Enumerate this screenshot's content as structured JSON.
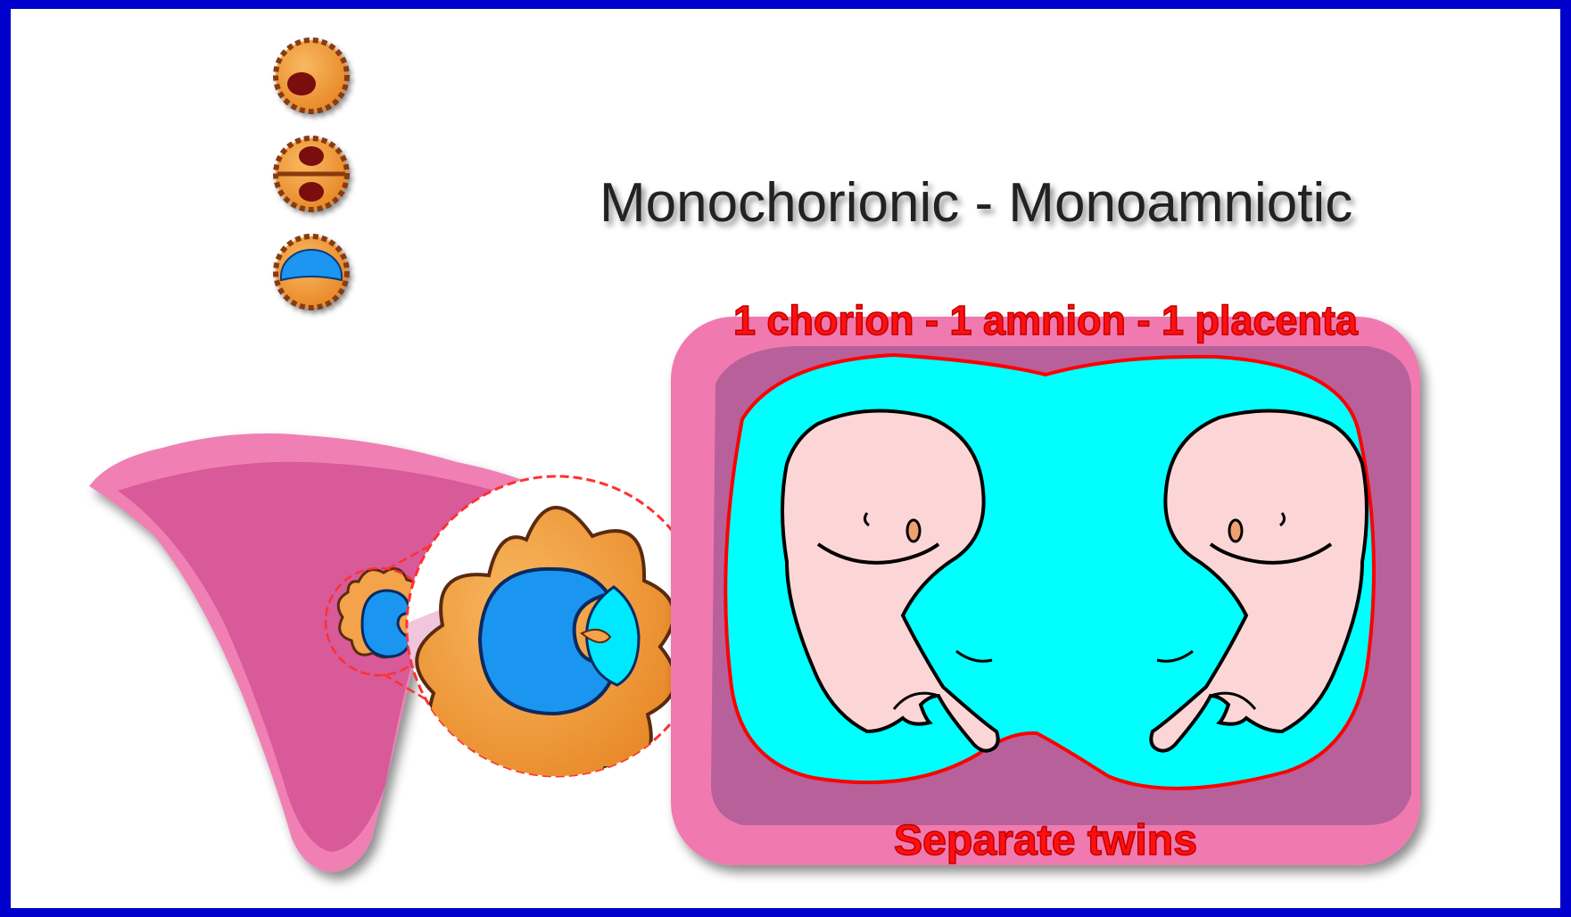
{
  "diagram": {
    "title": "Monochorionic - Monoamniotic",
    "top_label": "1 chorion - 1 amnion - 1 placenta",
    "bottom_label": "Separate twins"
  },
  "colors": {
    "slide_border": "#0000cc",
    "uterus_outer": "#f080b4",
    "uterus_inner": "#d85a98",
    "chorion_box": "#f07ab0",
    "placenta_band": "#b8609a",
    "amnion_fluid": "#00ffff",
    "membrane_line": "#ff0000",
    "label_red": "#ff1010",
    "embryo_skin": "#fcd6d6",
    "trophoblast": "#f4a34a",
    "inner_cell_mass": "#1a96f0",
    "zygote_nucleus": "#7a1010"
  }
}
